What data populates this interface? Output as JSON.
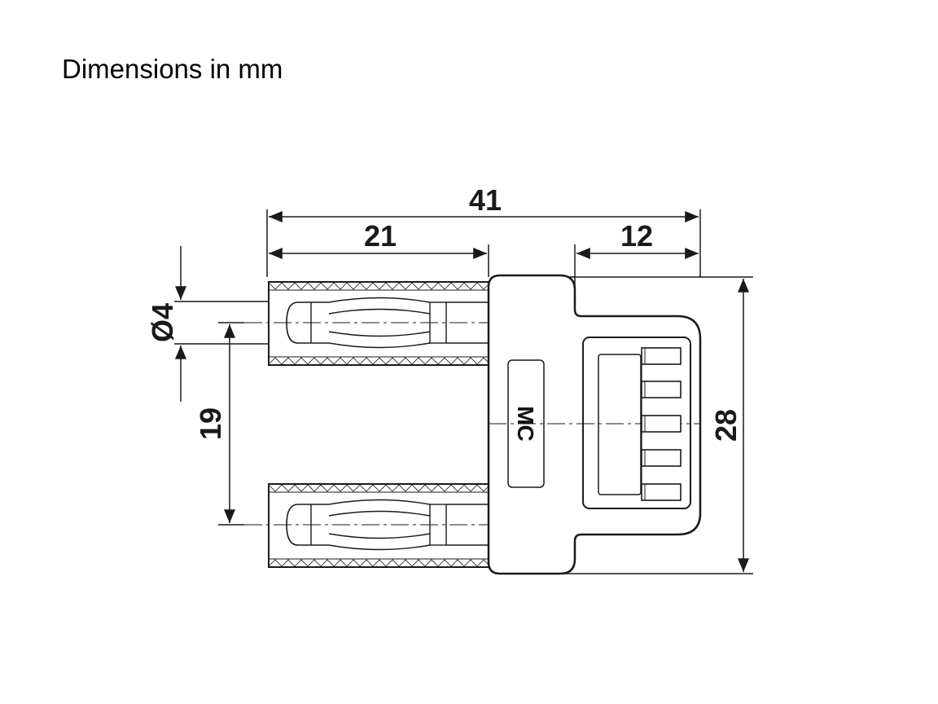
{
  "title": "Dimensions in mm",
  "dimensions": {
    "overall_length": "41",
    "plug_length": "21",
    "head_length": "12",
    "plug_diameter": "Ø4",
    "pitch": "19",
    "height": "28"
  },
  "marking": "MC",
  "colors": {
    "line": "#1a1a1a",
    "background": "#ffffff"
  }
}
